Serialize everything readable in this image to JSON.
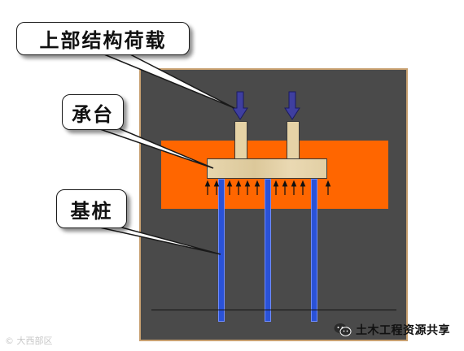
{
  "labels": {
    "superstructure_load": "上部结构荷载",
    "pile_cap": "承台",
    "base_pile": "基桩"
  },
  "watermarks": {
    "left": "大西部区",
    "right": "土木工程资源共享"
  },
  "icons": [
    "wechat-icon",
    "load-arrow-icon",
    "reaction-arrow-icon",
    "copyright-icon"
  ],
  "colors": {
    "background_panel": "#4a4a4a",
    "soil": "#ff6600",
    "pile": "#2a52d8",
    "pile_cap": "#e2cfa4",
    "load_arrow": "#3f3fa0"
  }
}
